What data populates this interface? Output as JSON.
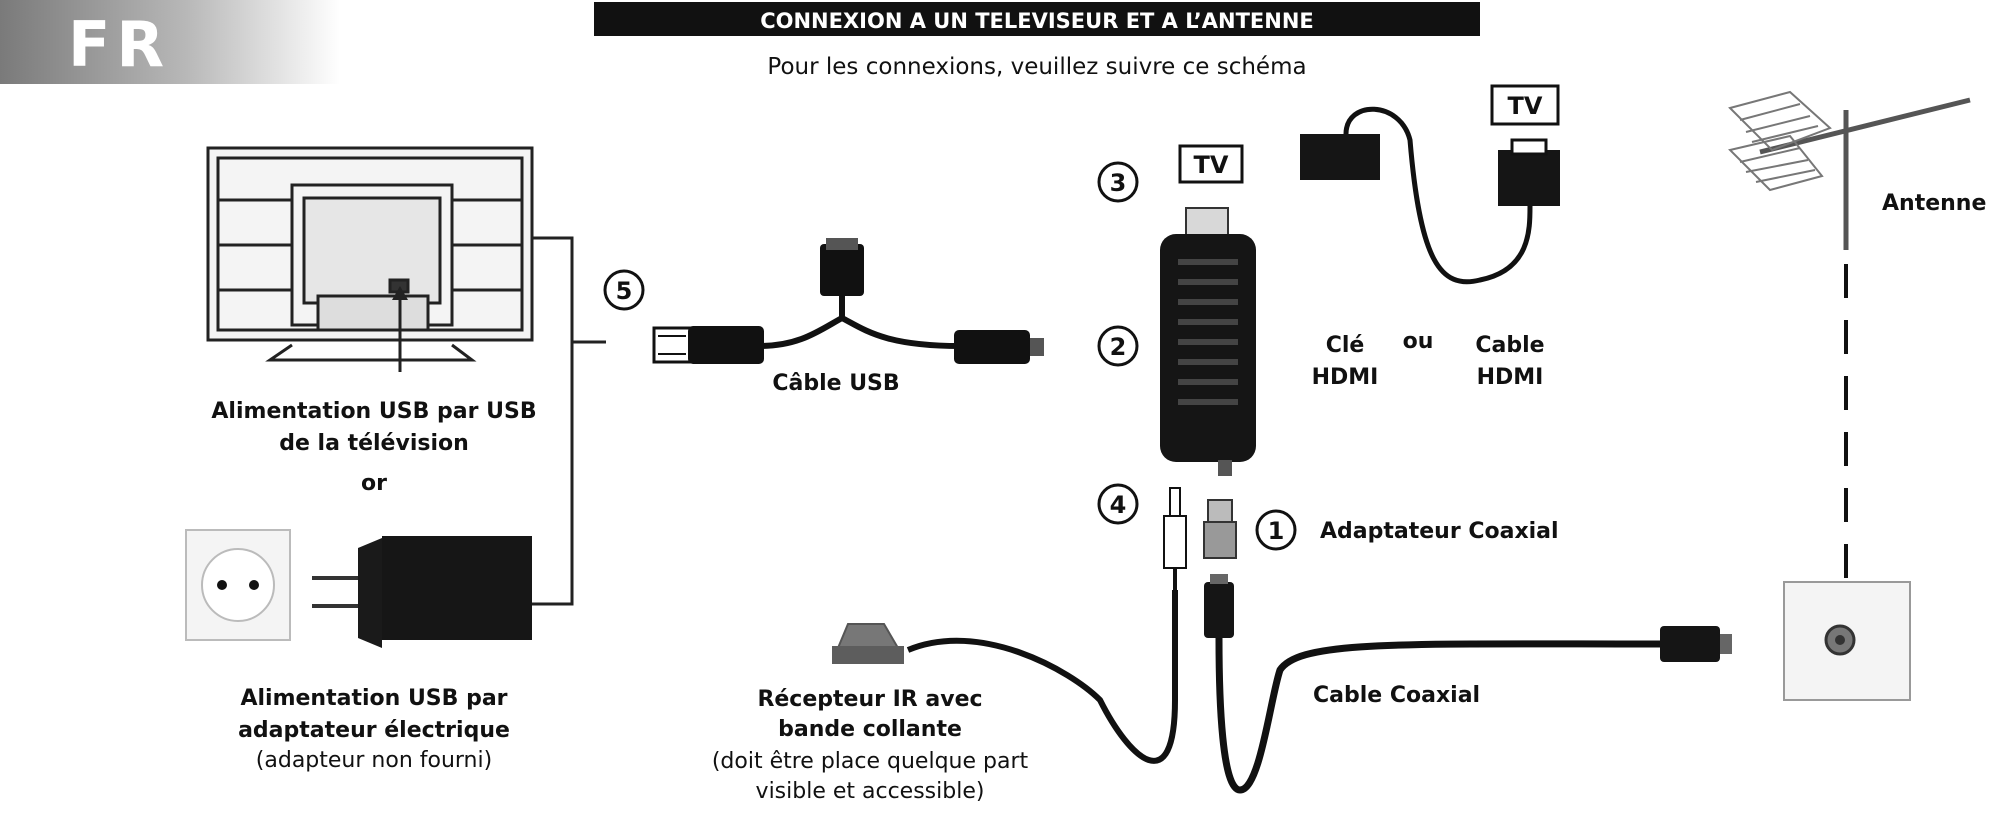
{
  "language_tag": "FR",
  "header": {
    "title": "CONNEXION A UN TELEVISEUR ET A L’ANTENNE",
    "subtitle": "Pour les connexions, veuillez suivre ce schéma"
  },
  "left": {
    "usb_tv_power_line1": "Alimentation USB par USB",
    "usb_tv_power_line2": "de la télévision",
    "or_word": "or",
    "adapter_power_line1": "Alimentation USB par",
    "adapter_power_line2": "adaptateur électrique",
    "adapter_power_line3": "(adapteur non fourni)"
  },
  "usb_cable": {
    "number": "5",
    "label": "Câble USB"
  },
  "dongle": {
    "number_tv": "3",
    "number_usb": "2",
    "number_ir": "4",
    "tv_box_label": "TV"
  },
  "hdmi": {
    "tv_box_label": "TV",
    "key_line1": "Clé",
    "key_line2": "HDMI",
    "ou_word": "ou",
    "cable_line1": "Cable",
    "cable_line2": "HDMI"
  },
  "coax": {
    "adapter_number": "1",
    "adapter_label": "Adaptateur Coaxial",
    "cable_label": "Cable Coaxial"
  },
  "ir_receiver": {
    "line1": "Récepteur IR avec",
    "line2": "bande collante",
    "line3": "(doit être place quelque part",
    "line4": "visible et accessible)"
  },
  "antenna": {
    "label": "Antenne"
  }
}
